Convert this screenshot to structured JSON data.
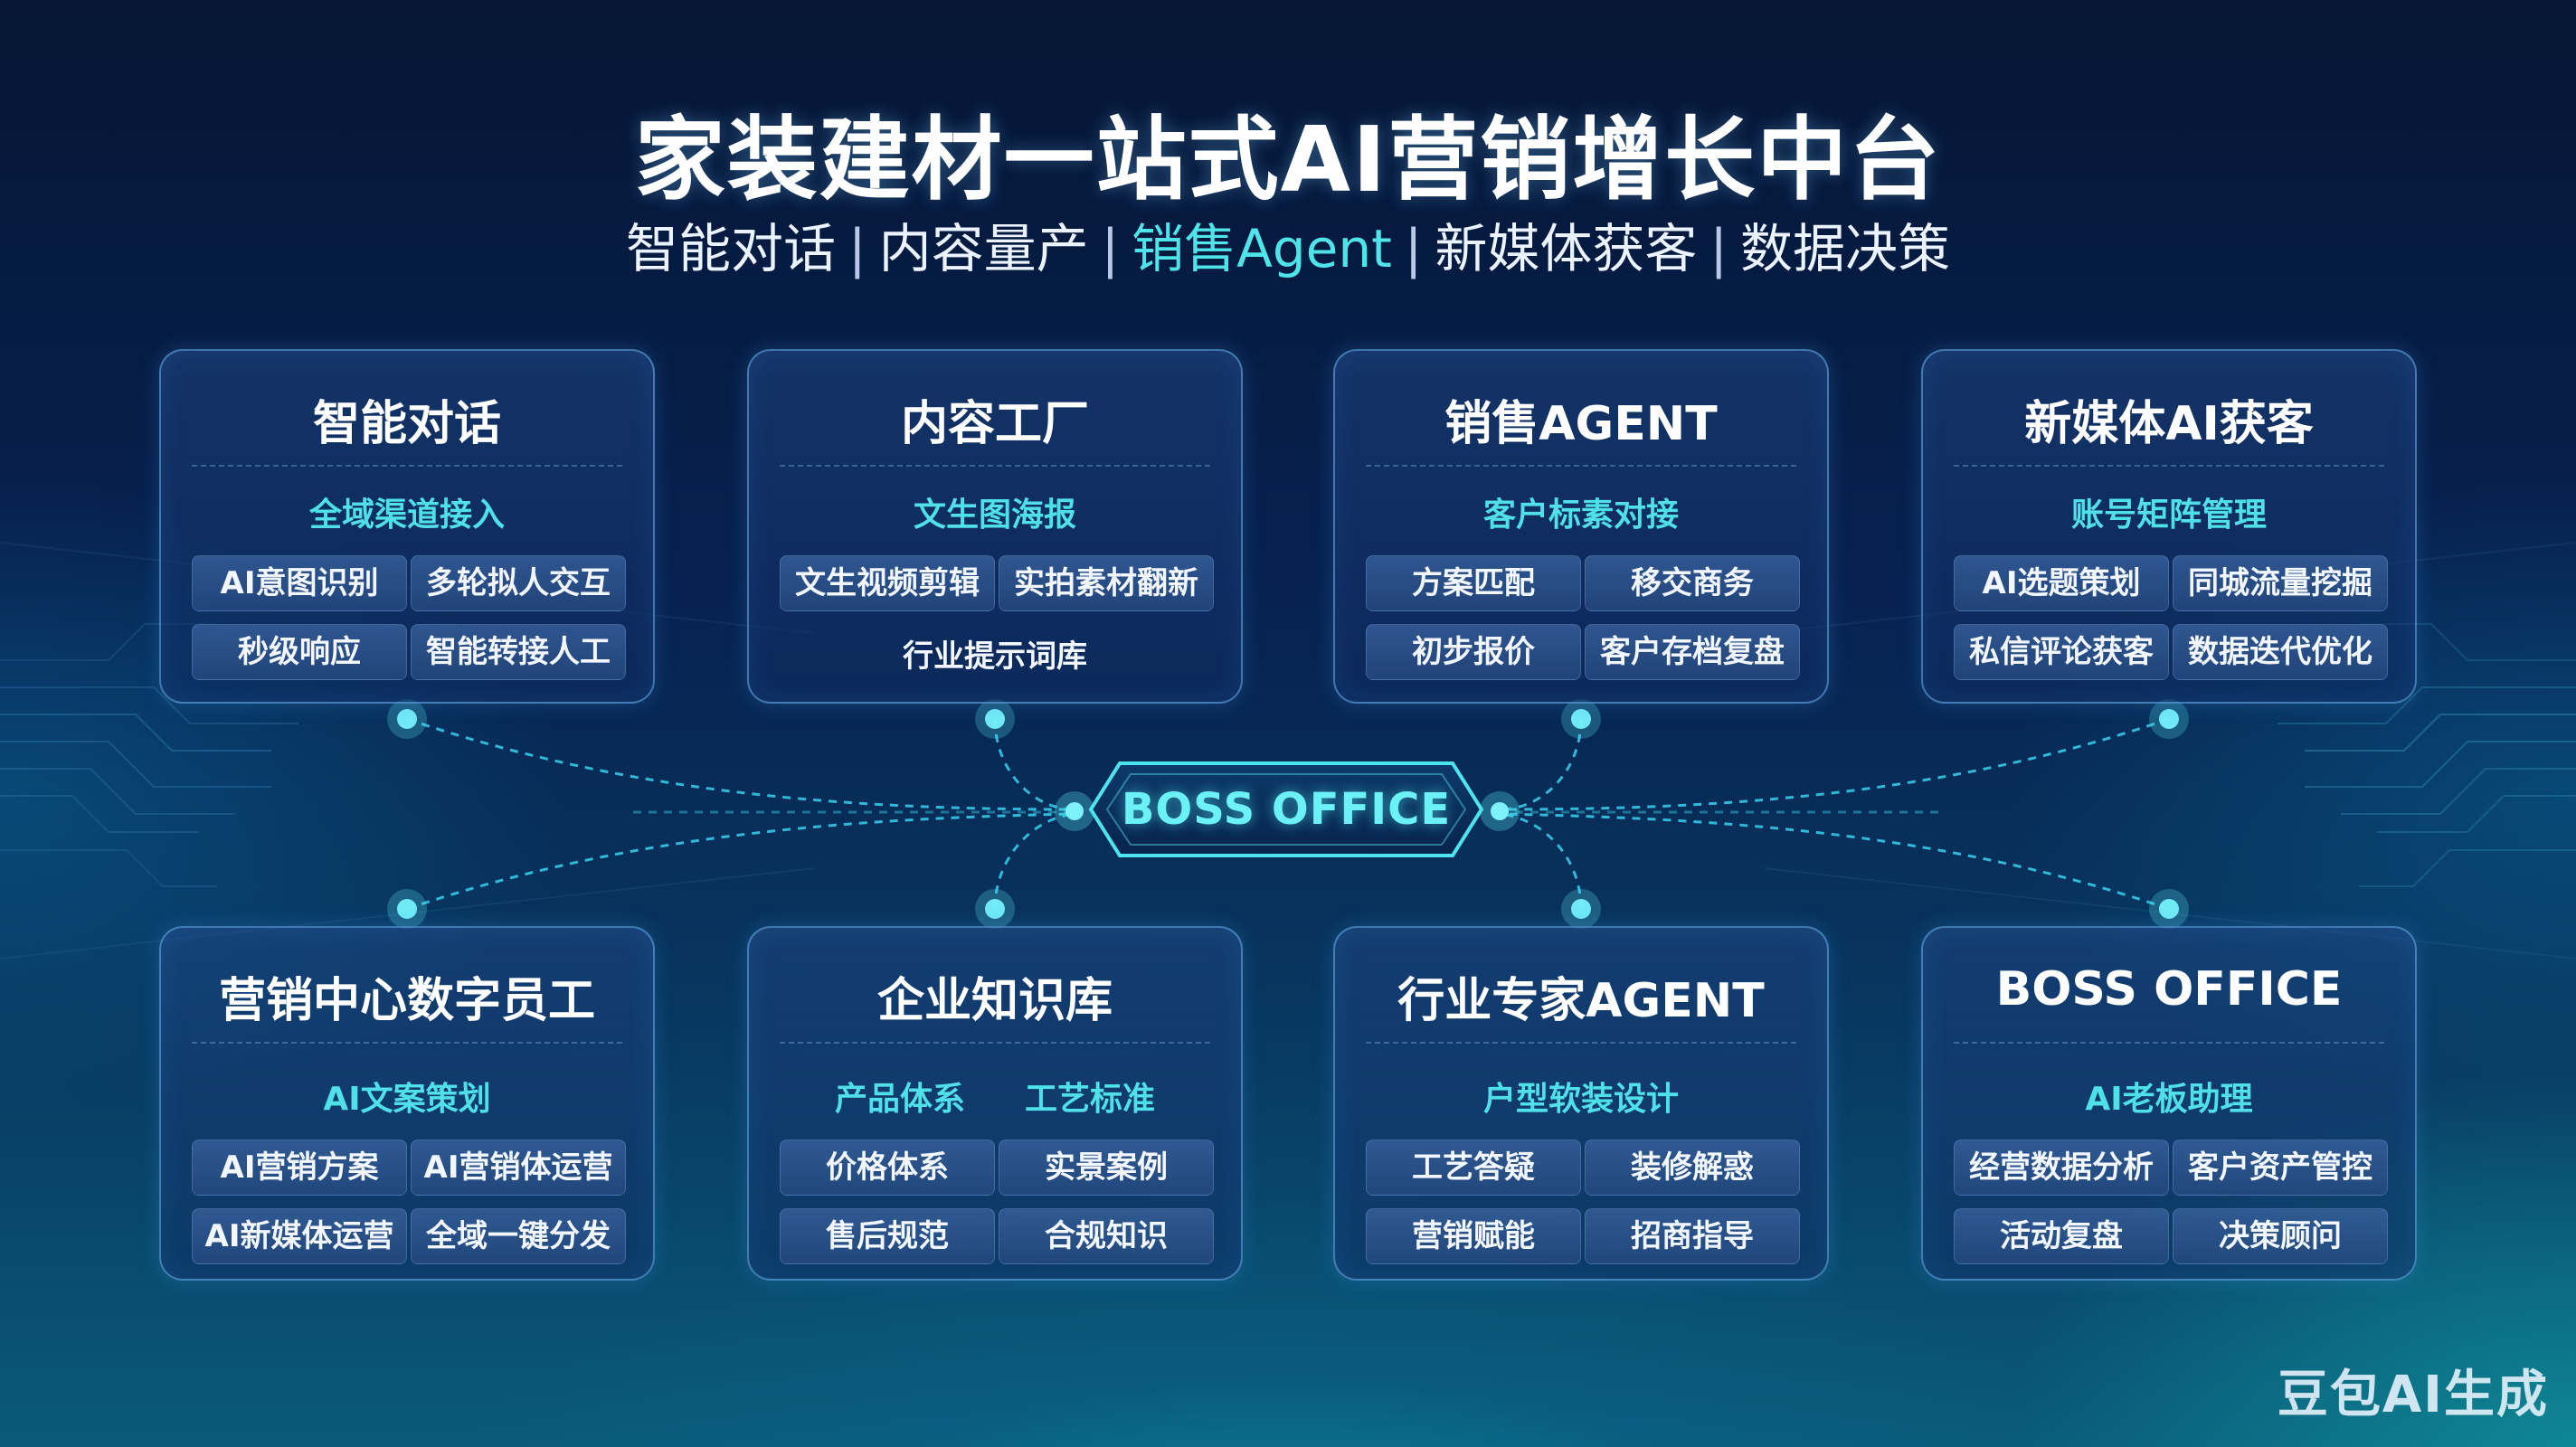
{
  "header": {
    "title": "家装建材一站式AI营销增长中台",
    "subtitle_parts": [
      "智能对话",
      "内容量产",
      "销售Agent",
      "新媒体获客",
      "数据决策"
    ],
    "subtitle_separator": "|",
    "subtitle_highlight_index": 2
  },
  "hub": {
    "label": "BOSS OFFICE"
  },
  "cards": [
    {
      "title": "智能对话",
      "subheading": "全域渠道接入",
      "chips": [
        "AI意图识别",
        "多轮拟人交互",
        "秒级响应",
        "智能转接人工"
      ]
    },
    {
      "title": "内容工厂",
      "subheading": "文生图海报",
      "chips": [
        "文生视频剪辑",
        "实拍素材翻新",
        "行业提示词库"
      ]
    },
    {
      "title": "销售AGENT",
      "subheading": "客户标素对接",
      "chips": [
        "方案匹配",
        "移交商务",
        "初步报价",
        "客户存档复盘"
      ]
    },
    {
      "title": "新媒体AI获客",
      "subheading": "账号矩阵管理",
      "chips": [
        "AI选题策划",
        "同城流量挖掘",
        "私信评论获客",
        "数据迭代优化"
      ]
    },
    {
      "title": "营销中心数字员工",
      "subheading": "AI文案策划",
      "chips": [
        "AI营销方案",
        "AI营销体运营",
        "AI新媒体运营",
        "全域一键分发"
      ]
    },
    {
      "title": "企业知识库",
      "subheadings": [
        "产品体系",
        "工艺标准"
      ],
      "chips": [
        "价格体系",
        "实景案例",
        "售后规范",
        "合规知识"
      ]
    },
    {
      "title": "行业专家AGENT",
      "subheading": "户型软装设计",
      "chips": [
        "工艺答疑",
        "装修解惑",
        "营销赋能",
        "招商指导"
      ]
    },
    {
      "title": "BOSS OFFICE",
      "subheading": "AI老板助理",
      "chips": [
        "经营数据分析",
        "客户资产管控",
        "活动复盘",
        "决策顾问"
      ]
    }
  ],
  "watermark": "豆包AI生成",
  "colors": {
    "background_top": "#061634",
    "background_bottom": "#0a5a7a",
    "accent_cyan": "#4fe0ea",
    "hub_text": "#6cf2f6",
    "card_border": "#6eb4f0"
  }
}
